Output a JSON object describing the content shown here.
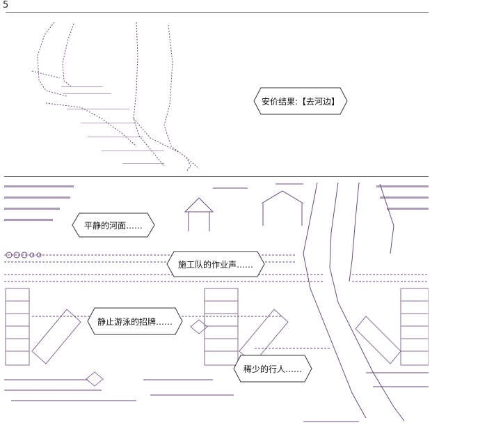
{
  "page_number": "5",
  "bubbles": {
    "result": "安价结果:【去河边】",
    "calm_river": "平静的河面……",
    "construction": "施工队的作业声……",
    "no_swimming": "静止游泳的招牌……",
    "few_people": "稀少的行人……"
  },
  "colors": {
    "line_art": "#6a4a7a",
    "rule": "#555555",
    "bubble_border": "#333333"
  }
}
